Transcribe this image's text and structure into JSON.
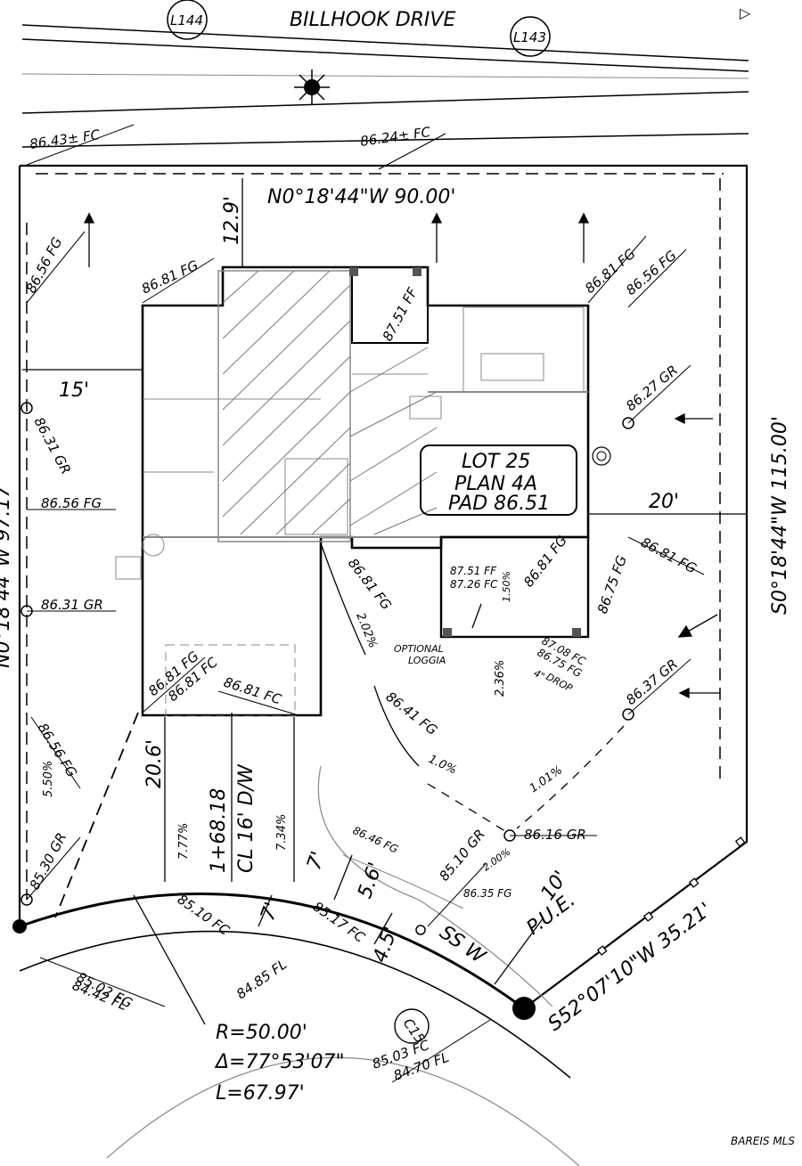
{
  "street": {
    "name": "BILLHOOK DRIVE",
    "tag_left": "L144",
    "tag_right": "L143",
    "tag_curve": "C15"
  },
  "bearings": {
    "north": "N0°18'44\"W 90.00'",
    "east": "S0°18'44\"W 115.00'",
    "southeast": "S52°07'10\"W 35.21'",
    "west_partial": "N0°18'44\"W 97.17'"
  },
  "lot": {
    "line1": "LOT 25",
    "line2": "PLAN 4A",
    "line3": "PAD 86.51"
  },
  "curve": {
    "radius": "R=50.00'",
    "delta": "Δ=77°53'07\"",
    "length": "L=67.97'"
  },
  "setbacks": {
    "front": "12.9'",
    "left": "15'",
    "right": "20'",
    "garage": "20.6'",
    "sw7a": "7'",
    "sw7b": "7'",
    "sw56": "5.6'",
    "sw45": "4.5'",
    "pue10": "10'"
  },
  "labels": {
    "pue": "P.U.E.",
    "ssw": "SS W",
    "driveway_station": "1+68.18",
    "driveway": "CL 16' D/W",
    "loggia": "OPTIONAL",
    "loggia2": "LOGGIA",
    "drop1": "4\"",
    "drop2": "DROP",
    "watermark": "BAREIS MLS"
  },
  "elevations": {
    "e_8643_fc": "86.43± FC",
    "e_8624_fc": "86.24± FC",
    "e_8656_fg_nw": "86.56 FG",
    "e_8681_fg_nw": "86.81 FG",
    "e_8751_ff_top": "87.51 FF",
    "e_8681_fg_ne": "86.81 FG",
    "e_8656_fg_ne": "86.56 FG",
    "e_8627_gr": "86.27 GR",
    "e_8631_gr_w": "86.31 GR",
    "e_8656_fg_w": "86.56 FG",
    "e_8631_gr_w2": "86.31 GR",
    "e_8681_fg_mid": "86.81 FG",
    "e_8751_ff": "87.51 FF",
    "e_8726_fc": "87.26 FC",
    "e_8681_fg_pat": "86.81 FG",
    "e_8675_fg": "86.75 FG",
    "e_8681_fg_e": "86.81 FG",
    "e_8708_fc": "87.08 FC",
    "e_8675_fg_b": "86.75 FG",
    "e_8637_gr": "86.37 GR",
    "e_8681_fg_gar": "86.81 FG",
    "e_8681_fc_gar": "86.81 FC",
    "e_8681_fc_gar2": "86.81 FC",
    "e_8641_fg": "86.41 FG",
    "e_8656_fg_sw": "86.56 FG",
    "e_8530_gr": "85.30 GR",
    "e_8616_gr": "86.16 GR",
    "e_8646_fg": "86.46 FG",
    "e_8510_gr": "85.10 GR",
    "e_8635_fg": "86.35 FG",
    "e_8510_fc": "85.10 FC",
    "e_8517_fc": "85.17 FC",
    "e_8485_fl": "84.85 FL",
    "e_8502_fg": "85.02 FG",
    "e_8442_fl": "84.42 FL",
    "e_8503_fc": "85.03 FC",
    "e_8470_fl": "84.70 FL"
  },
  "slopes": {
    "s_150": "1.50%",
    "s_202": "2.02%",
    "s_236": "2.36%",
    "s_10": "1.0%",
    "s_101": "1.01%",
    "s_777": "7.77%",
    "s_734": "7.34%",
    "s_550": "5.50%",
    "s_200": "2.00%"
  }
}
